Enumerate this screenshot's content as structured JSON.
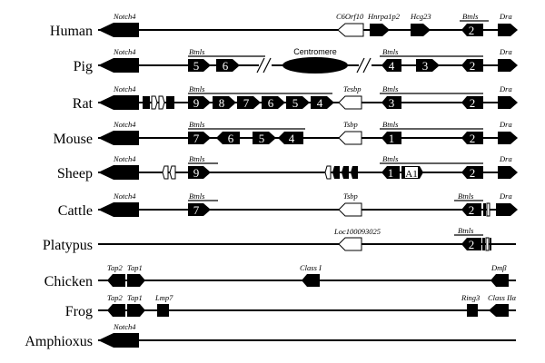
{
  "species": {
    "human": "Human",
    "pig": "Pig",
    "rat": "Rat",
    "mouse": "Mouse",
    "sheep": "Sheep",
    "cattle": "Cattle",
    "platypus": "Platypus",
    "chicken": "Chicken",
    "frog": "Frog",
    "amphioxus": "Amphioxus"
  },
  "genes": {
    "notch4": "Notch4",
    "c6orf10": "C6Orf10",
    "hnrpa1p2": "Hnrpa1p2",
    "hcg23": "Hcg23",
    "btnls": "Btnls",
    "dra": "Dra",
    "centromere": "Centromere",
    "tesbp": "Tesbp",
    "tsbp": "Tsbp",
    "loc": "Loc100093025",
    "tap2": "Tap2",
    "tap1": "Tap1",
    "lmp7": "Lmp7",
    "class1": "Class I",
    "dmb": "Dmβ",
    "ring3": "Ring3",
    "class2a": "Class IIα"
  },
  "numbers": {
    "n1": "1",
    "n2": "2",
    "n3": "3",
    "n4": "4",
    "n5": "5",
    "n6": "6",
    "n7": "7",
    "n8": "8",
    "n9": "9",
    "a1": "A1"
  }
}
